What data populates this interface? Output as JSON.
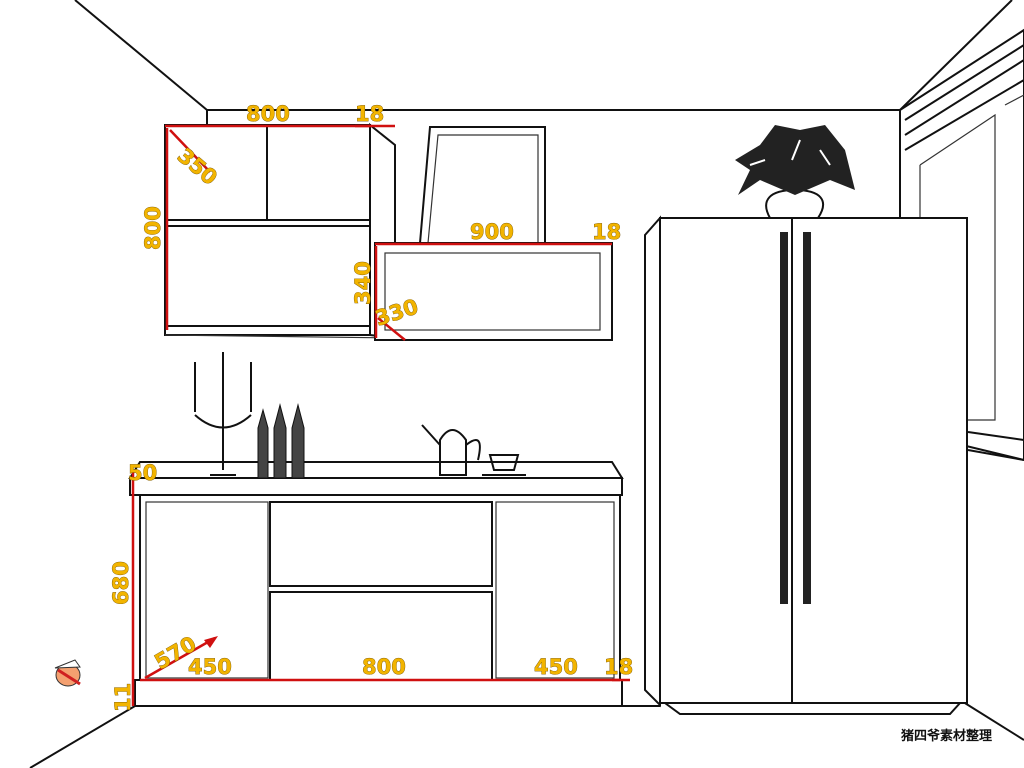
{
  "diagram": {
    "type": "kitchen-elevation-line-drawing",
    "upper_cabinet": {
      "width": "800",
      "panel": "18",
      "depth": "350",
      "height": "800"
    },
    "range_hood_cabinet": {
      "width": "900",
      "panel": "18",
      "height": "340",
      "depth": "330"
    },
    "base_cabinet": {
      "backsplash": "50",
      "height": "680",
      "depth": "570",
      "left_width": "450",
      "middle_width": "800",
      "right_width": "450",
      "panel": "18",
      "plinth": "11"
    },
    "colors": {
      "dimension_line": "#d01010",
      "dimension_text": "#f2b400",
      "line": "#111111"
    }
  },
  "watermark": "猪四爷素材整理"
}
